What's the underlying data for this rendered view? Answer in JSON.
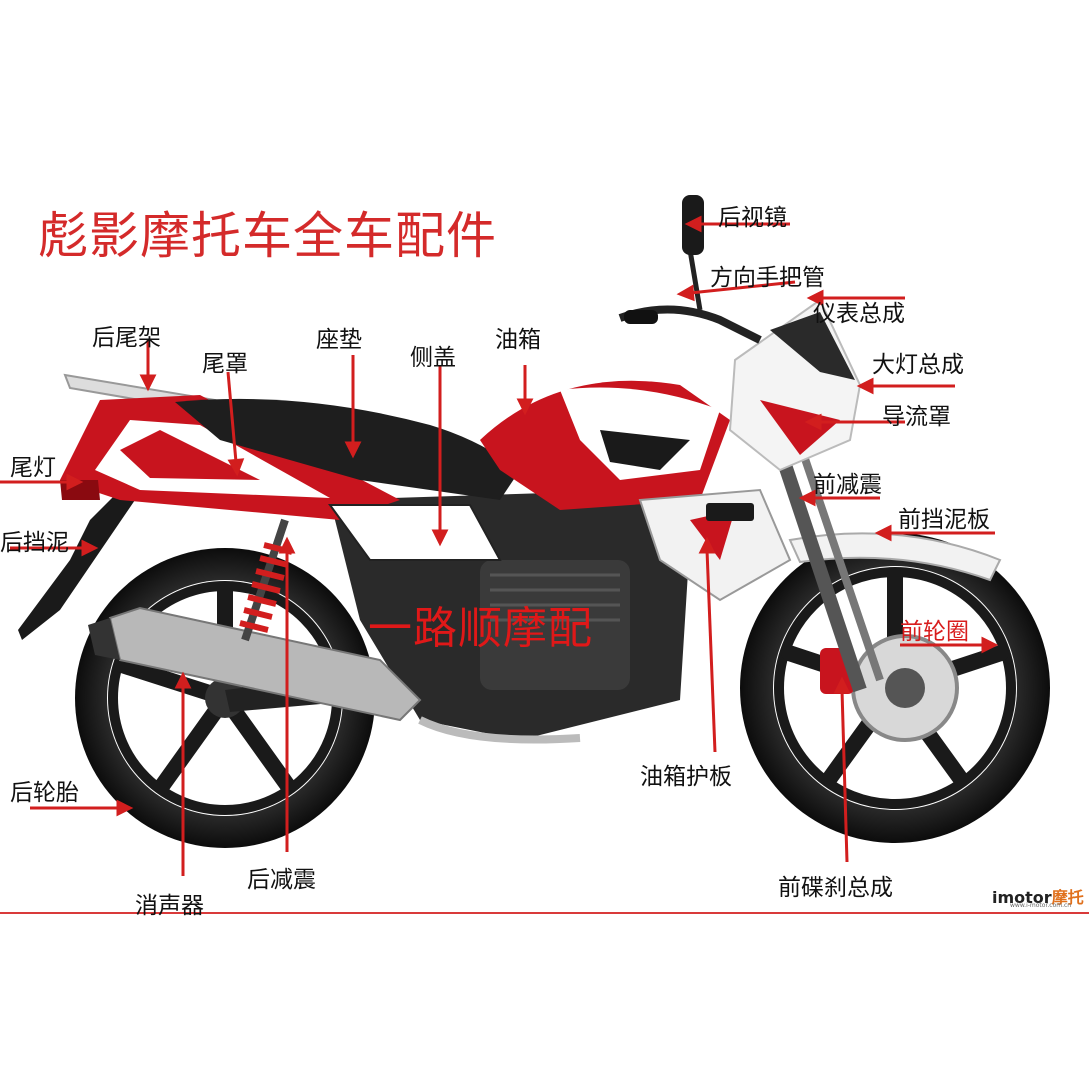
{
  "title": "彪影摩托车全车配件",
  "watermark": "一路顺摩配",
  "brand": {
    "name": "imotor",
    "suffix": "摩托",
    "url": "www.i-motor.com.cn"
  },
  "colors": {
    "accent": "#d42a2a",
    "bike_red": "#c8141e",
    "bike_black": "#1a1a1a",
    "bike_white": "#f2f2f2"
  },
  "labels": [
    {
      "id": "rear-mirror",
      "text": "后视镜"
    },
    {
      "id": "handlebar",
      "text": "方向手把管"
    },
    {
      "id": "instrument",
      "text": "仪表总成"
    },
    {
      "id": "headlight",
      "text": "大灯总成"
    },
    {
      "id": "fairing",
      "text": "导流罩"
    },
    {
      "id": "front-shock",
      "text": "前减震"
    },
    {
      "id": "front-fender",
      "text": "前挡泥板"
    },
    {
      "id": "front-rim",
      "text": "前轮圈"
    },
    {
      "id": "front-brake",
      "text": "前碟刹总成"
    },
    {
      "id": "tank-guard",
      "text": "油箱护板"
    },
    {
      "id": "fuel-tank",
      "text": "油箱"
    },
    {
      "id": "side-cover",
      "text": "侧盖"
    },
    {
      "id": "seat",
      "text": "座垫"
    },
    {
      "id": "tail-cover",
      "text": "尾罩"
    },
    {
      "id": "rear-rack",
      "text": "后尾架"
    },
    {
      "id": "tail-light",
      "text": "尾灯"
    },
    {
      "id": "rear-mudguard",
      "text": "后挡泥"
    },
    {
      "id": "rear-tire",
      "text": "后轮胎"
    },
    {
      "id": "muffler",
      "text": "消声器"
    },
    {
      "id": "rear-shock",
      "text": "后减震"
    }
  ]
}
